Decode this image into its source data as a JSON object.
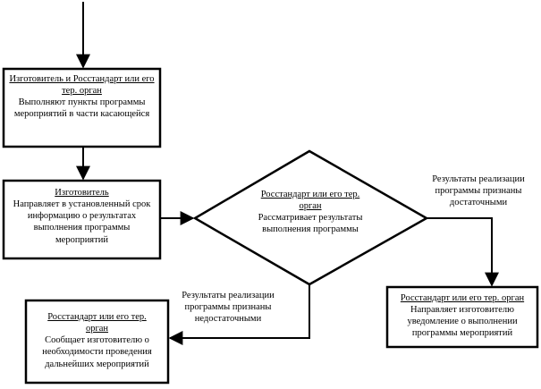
{
  "nodes": {
    "box1": {
      "title": "Изготовитель и Росстандарт или его тер. орган",
      "text": "Выполняют пункты программы мероприятий в части касающейся"
    },
    "box2": {
      "title": "Изготовитель",
      "text": "Направляет в установленный срок информацию о результатах выполнения программы мероприятий"
    },
    "diamond": {
      "title": "Росстандарт или его тер. орган",
      "text": "Рассматривает результаты выполнения программы"
    },
    "box_right": {
      "title": "Росстандарт или его тер. орган",
      "text": "Направляет изготовителю уведомление о выполнении программы мероприятий"
    },
    "box_left": {
      "title": "Росстандарт или его тер. орган",
      "text": "Сообщает изготовителю о необходимости проведения дальнейших мероприятий"
    }
  },
  "edge_labels": {
    "sufficient": "Результаты реализации программы признаны достаточными",
    "insufficient": "Результаты реализации программы признаны недостаточными"
  }
}
